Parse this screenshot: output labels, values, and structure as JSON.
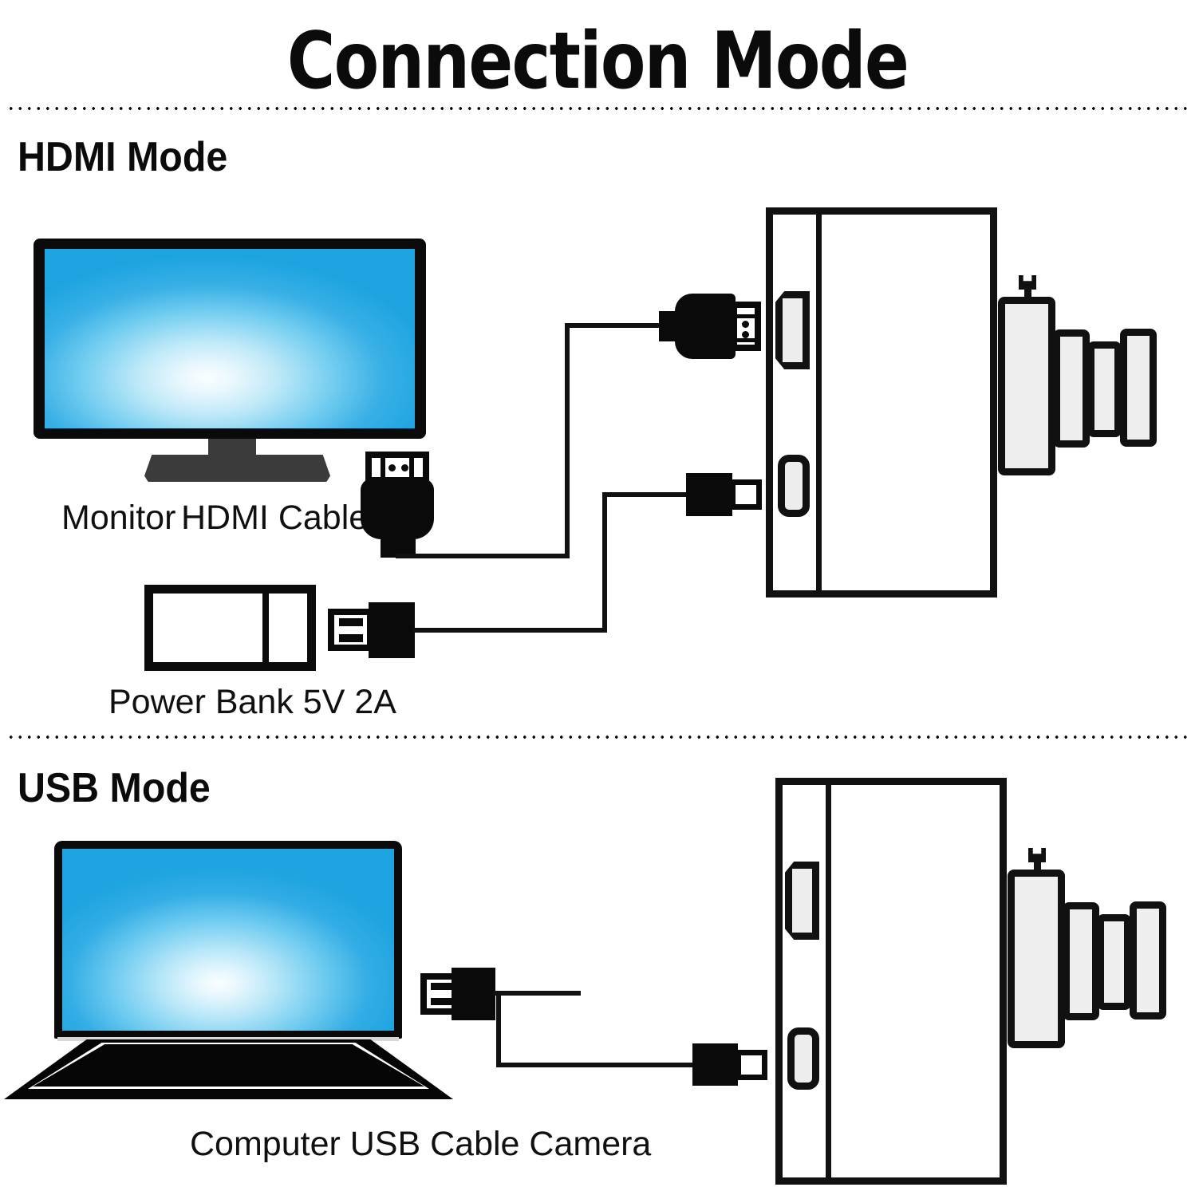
{
  "page": {
    "title": "Connection Mode",
    "background_color": "#ffffff",
    "ink_color": "#111111"
  },
  "sections": [
    {
      "id": "hdmi-mode",
      "label": "HDMI Mode",
      "captions": [
        {
          "name": "monitor-label",
          "text": "Monitor"
        },
        {
          "name": "hdmi-cable-label",
          "text": "HDMI Cable"
        },
        {
          "name": "power-bank-label",
          "text": "Power Bank 5V 2A"
        }
      ],
      "devices": [
        {
          "name": "monitor",
          "type": "display",
          "screen_color": "#29a8e0"
        },
        {
          "name": "power-bank",
          "type": "battery",
          "rating": "5V 2A"
        },
        {
          "name": "camera",
          "type": "camera",
          "lens_segments": 4
        }
      ],
      "cables": [
        {
          "name": "hdmi-cable",
          "from": "monitor",
          "to": "camera-hdmi-port",
          "connectors": [
            "hdmi-plug-vertical",
            "hdmi-plug-horizontal"
          ]
        },
        {
          "name": "usb-power-cable",
          "from": "power-bank",
          "to": "camera-usb-port",
          "connectors": [
            "usb-a-plug",
            "micro-usb-plug"
          ]
        }
      ]
    },
    {
      "id": "usb-mode",
      "label": "USB Mode",
      "captions": [
        {
          "name": "computer-usb-cable-camera-label",
          "text": "Computer USB Cable Camera"
        }
      ],
      "devices": [
        {
          "name": "laptop",
          "type": "computer",
          "screen_color": "#29a8e0"
        },
        {
          "name": "camera",
          "type": "camera",
          "lens_segments": 4
        }
      ],
      "cables": [
        {
          "name": "usb-data-cable",
          "from": "laptop",
          "to": "camera-usb-port",
          "connectors": [
            "usb-a-plug",
            "micro-usb-plug"
          ]
        }
      ]
    }
  ],
  "labels": {
    "title": "Connection Mode",
    "hdmi_mode": "HDMI Mode",
    "usb_mode": "USB Mode",
    "monitor": "Monitor",
    "hdmi_cable": "HDMI Cable",
    "power_bank": "Power Bank 5V 2A",
    "computer_usb_cable_camera": "Computer USB Cable Camera"
  },
  "colors": {
    "screen_blue": "#29a8e0",
    "screen_highlight": "#fbfeff",
    "monitor_stand": "#3b3b3b",
    "outline": "#111111",
    "lens_fill": "#eeeeee",
    "port_fill": "#ededed",
    "connector_black": "#0a0a0a"
  }
}
